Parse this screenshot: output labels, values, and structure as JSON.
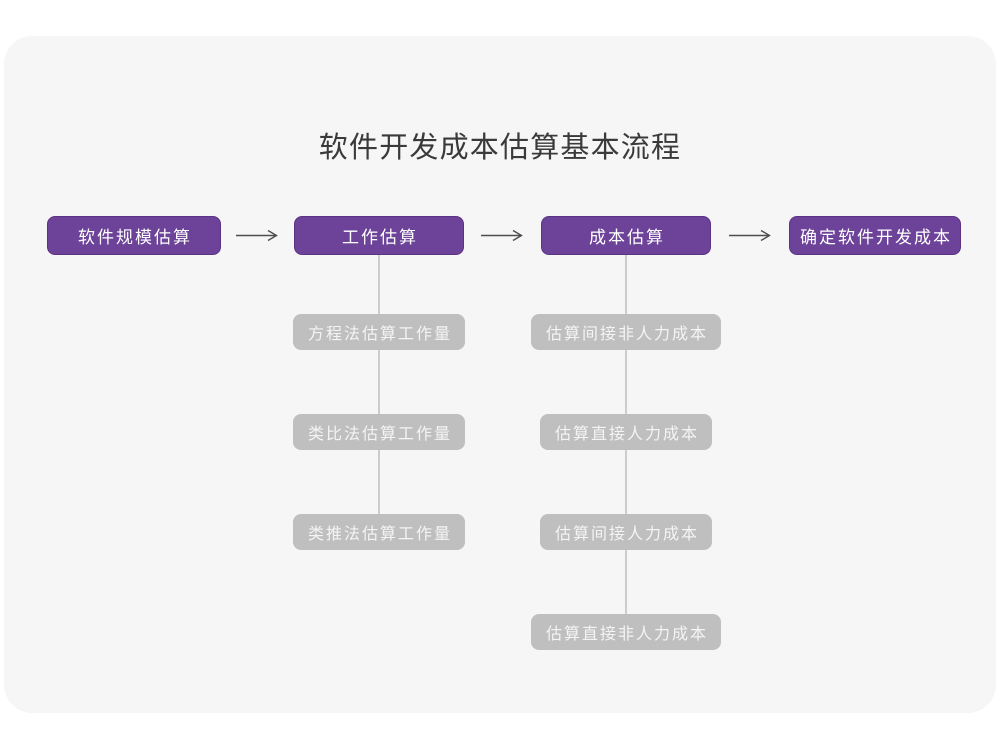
{
  "page": {
    "title": "软件开发成本估算基本流程"
  },
  "flow": {
    "stages": [
      {
        "label": "软件规模估算",
        "substeps": []
      },
      {
        "label": "工作估算",
        "substeps": [
          "方程法估算工作量",
          "类比法估算工作量",
          "类推法估算工作量"
        ]
      },
      {
        "label": "成本估算",
        "substeps": [
          "估算间接非人力成本",
          "估算直接人力成本",
          "估算间接人力成本",
          "估算直接非人力成本"
        ]
      },
      {
        "label": "确定软件开发成本",
        "substeps": []
      }
    ],
    "arrow_icon": "right-arrow"
  },
  "colors": {
    "stage_bg": "#6d4299",
    "stage_border": "#5b3384",
    "stage_text": "#ffffff",
    "substep_bg": "#bfbfbf",
    "substep_text": "#f4f4f4",
    "connector": "#cccccc",
    "arrow": "#4d4d4d",
    "canvas_bg": "#f6f6f6",
    "page_bg": "#ffffff",
    "title_color": "#3a3a3a"
  }
}
